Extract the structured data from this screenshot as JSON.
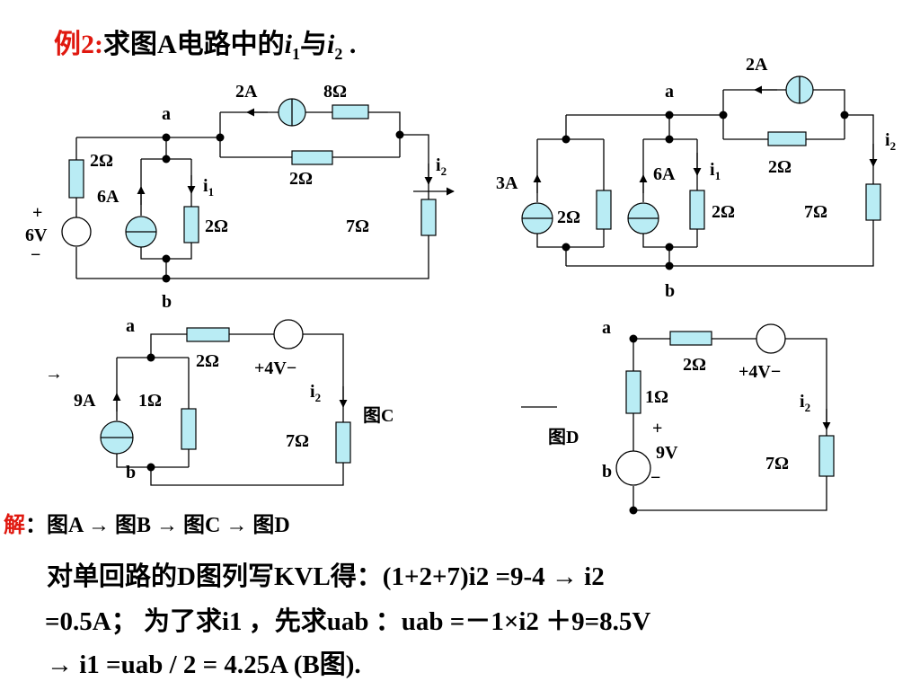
{
  "title": {
    "prefix": "例2:",
    "text": "求图A电路中的",
    "i1": "i",
    "i1_sub": "1",
    "mid": "与",
    "i2": "i",
    "i2_sub": "2",
    "end": "  ."
  },
  "figA": {
    "node_a": "a",
    "node_b": "b",
    "src_top": "2A",
    "r_top": "8Ω",
    "r_mid": "2Ω",
    "r_left": "2Ω",
    "cs": "6A",
    "i1": "i",
    "i1_sub": "1",
    "r_center": "2Ω",
    "r_right": "7Ω",
    "i2": "i",
    "i2_sub": "2",
    "v_plus": "+",
    "v_val": "6V",
    "v_minus": "−"
  },
  "figB": {
    "node_a": "a",
    "node_b": "b",
    "src_top": "2A",
    "r_top": "2Ω",
    "i2": "i",
    "i2_sub": "2",
    "cs1": "3A",
    "r1": "2Ω",
    "cs2": "6A",
    "i1": "i",
    "i1_sub": "1",
    "r2": "2Ω",
    "r_right": "7Ω"
  },
  "figC": {
    "node_a": "a",
    "node_b": "b",
    "r_top": "2Ω",
    "v_src": "+4V−",
    "cs": "9A",
    "r_left": "1Ω",
    "i2": "i",
    "i2_sub": "2",
    "r_right": "7Ω",
    "name": "图C",
    "arrow_in": "→"
  },
  "figD": {
    "node_a": "a",
    "node_b": "b",
    "r_top": "2Ω",
    "v_src": "+4V−",
    "r_left": "1Ω",
    "v_plus": "+",
    "v_val": "9V",
    "v_minus": "−",
    "i2": "i",
    "i2_sub": "2",
    "r_right": "7Ω",
    "name": "图D",
    "arrow_in": "⟶"
  },
  "solution": {
    "label": "解",
    "colon": "：",
    "steps": "图A → 图B → 图C → 图D"
  },
  "lines": [
    "对单回路的D图列写KVL得：(1+2+7)i2 =9-4  →  i2",
    "=0.5A；  为了求i1 ，先求uab ：uab =－1×i2 ＋9=8.5V",
    "→ i1 =uab / 2 = 4.25A (B图)."
  ],
  "colors": {
    "accent_red": "#e0180f",
    "component_fill": "#b9ecf4"
  }
}
